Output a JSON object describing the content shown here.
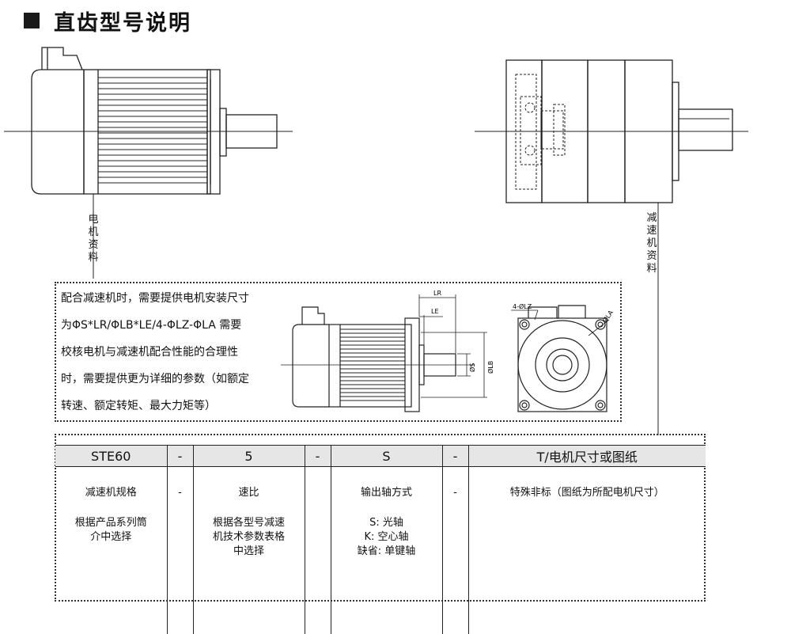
{
  "title": "直齿型号说明",
  "labels": {
    "motor_data": "电机资料",
    "reducer_data": "减速机资料"
  },
  "note_lines": [
    "配合减速机时，需要提供电机安装尺寸",
    "为ΦS*LR/ΦLB*LE/4-ΦLZ-ΦLA 需要",
    "校核电机与减速机配合性能的合理性",
    "时，需要提供更为详细的参数（如额定",
    "转速、额定转矩、最大力矩等）"
  ],
  "dimension_labels": {
    "lr": "LR",
    "le": "LE",
    "s": "ØS",
    "lb": "ØLB",
    "lz": "4-ØLZ",
    "la": "ØLA"
  },
  "table": {
    "headers": [
      "STE60",
      "-",
      "5",
      "-",
      "S",
      "-",
      "T/电机尺寸或图纸"
    ],
    "cells": [
      {
        "lines": [
          "减速机规格",
          "",
          "根据产品系列筒",
          "介中选择"
        ]
      },
      {
        "lines": [
          "-"
        ]
      },
      {
        "lines": [
          "速比",
          "",
          "根据各型号减速",
          "机技术参数表格",
          "中选择"
        ]
      },
      {
        "lines": []
      },
      {
        "lines": [
          "输出轴方式",
          "",
          "S: 光轴",
          "K: 空心轴",
          "缺省: 单键轴"
        ]
      },
      {
        "lines": [
          "-"
        ]
      },
      {
        "lines": [
          "特殊非标（图纸为所配电机尺寸）"
        ]
      }
    ]
  }
}
